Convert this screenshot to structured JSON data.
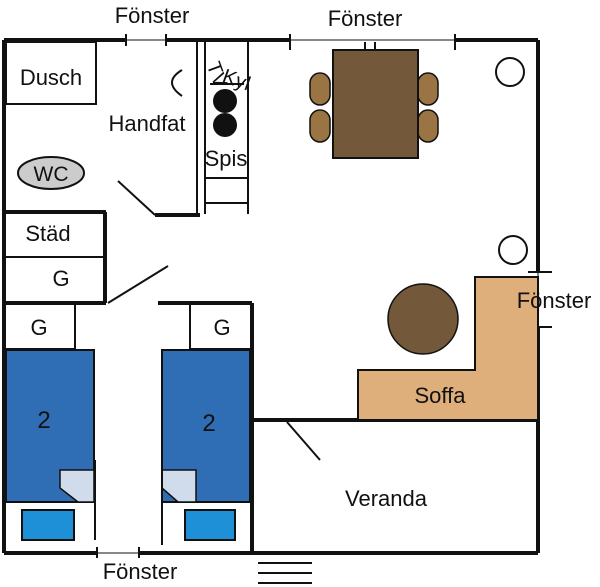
{
  "labels": {
    "window_top_left": "Fönster",
    "window_top_right": "Fönster",
    "window_right": "Fönster",
    "window_bottom": "Fönster",
    "shower": "Dusch",
    "sink": "Handfat",
    "tv": "TV",
    "fridge": "Kyl",
    "stove": "Spis",
    "wc": "WC",
    "closet": "Städ",
    "wardrobe_closet": "G",
    "wardrobe_left": "G",
    "wardrobe_right": "G",
    "bed_left": "2",
    "bed_right": "2",
    "sofa": "Soffa",
    "veranda": "Veranda"
  },
  "colors": {
    "bed": "#2f6db5",
    "sofa": "#deae7b",
    "table": "#74583a",
    "chair": "#9a7443",
    "coffee_table": "#74583a",
    "wc": "#cccccc",
    "stove_burner": "#111111",
    "pillow": "#1e90d8",
    "blanket_fold": "#d0dcec"
  }
}
